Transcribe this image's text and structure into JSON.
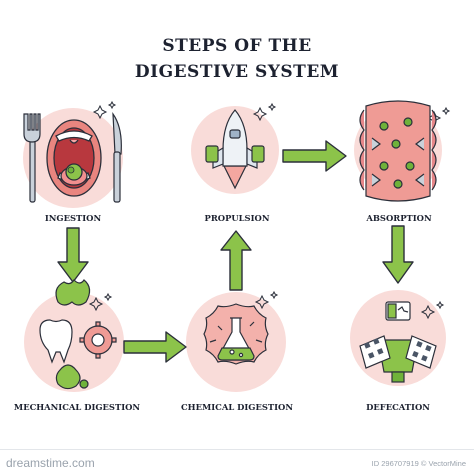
{
  "title": {
    "line1": "STEPS OF THE",
    "line2": "DIGESTIVE SYSTEM"
  },
  "steps": [
    {
      "label": "INGESTION",
      "icon": "mouth-icon"
    },
    {
      "label": "PROPULSION",
      "icon": "rocket-icon"
    },
    {
      "label": "ABSORPTION",
      "icon": "intestine-villi-icon"
    },
    {
      "label": "MECHANICAL DIGESTION",
      "icon": "teeth-gears-icon"
    },
    {
      "label": "CHEMICAL DIGESTION",
      "icon": "flask-icon"
    },
    {
      "label": "DEFECATION",
      "icon": "toilet-finish-flag-icon"
    }
  ],
  "colors": {
    "circle": "#f9dcd9",
    "arrow": "#8cc34a",
    "outline": "#2b2f3a",
    "accent_green": "#6fb23a"
  },
  "footer": {
    "watermark": "dreamstime.com",
    "id_text": "ID 296707919 © VectorMine"
  }
}
